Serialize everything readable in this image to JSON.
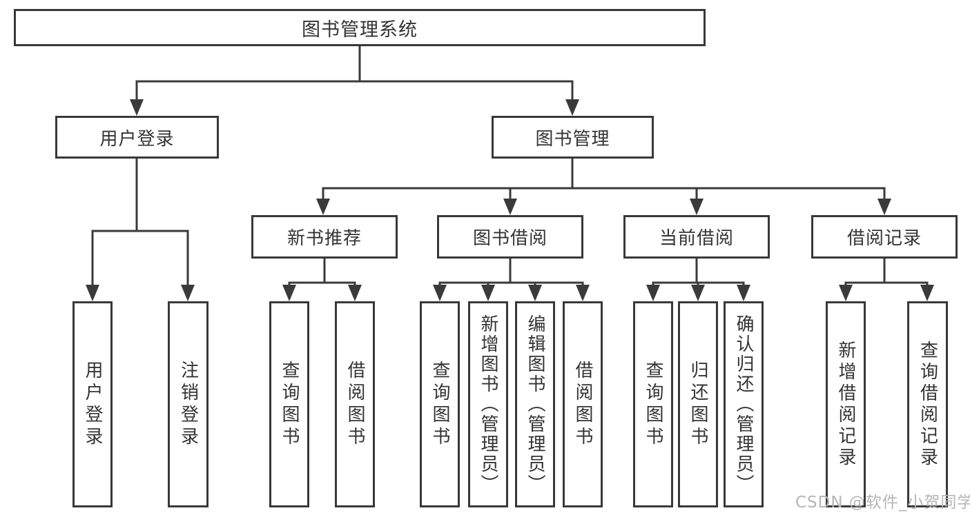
{
  "tree": {
    "label": "图书管理系统",
    "children": [
      {
        "label": "用户登录",
        "children": [
          {
            "label": "用户登录"
          },
          {
            "label": "注销登录"
          }
        ]
      },
      {
        "label": "图书管理",
        "children": [
          {
            "label": "新书推荐",
            "children": [
              {
                "label": "查询图书"
              },
              {
                "label": "借阅图书"
              }
            ]
          },
          {
            "label": "图书借阅",
            "children": [
              {
                "label": "查询图书"
              },
              {
                "label": "新增图书（管理员）"
              },
              {
                "label": "编辑图书（管理员）"
              },
              {
                "label": "借阅图书"
              }
            ]
          },
          {
            "label": "当前借阅",
            "children": [
              {
                "label": "查询图书"
              },
              {
                "label": "归还图书"
              },
              {
                "label": "确认归还（管理员）"
              }
            ]
          },
          {
            "label": "借阅记录",
            "children": [
              {
                "label": "新增借阅记录"
              },
              {
                "label": "查询借阅记录"
              }
            ]
          }
        ]
      }
    ]
  },
  "watermark": {
    "text": "CSDN @软件_小贺同学"
  },
  "colors": {
    "line": "#3a3a3a",
    "box_border": "#383838",
    "text": "#333333",
    "watermark": "#b5b5b5",
    "background": "#ffffff"
  }
}
